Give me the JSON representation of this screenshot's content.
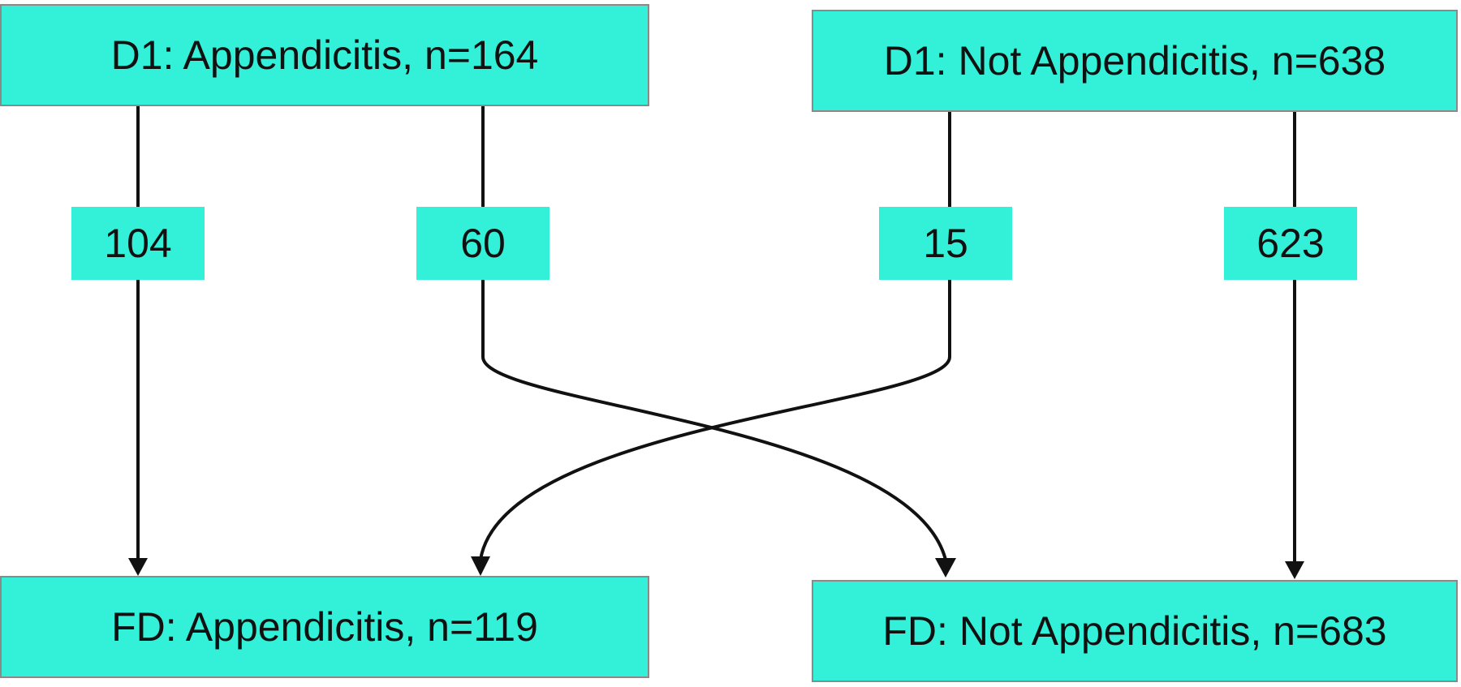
{
  "nodes": {
    "d1_appendicitis": "D1: Appendicitis, n=164",
    "d1_not_appendicitis": "D1: Not Appendicitis, n=638",
    "fd_appendicitis": "FD: Appendicitis, n=119",
    "fd_not_appendicitis": "FD: Not Appendicitis, n=683"
  },
  "flows": {
    "app_to_app": "104",
    "app_to_not": "60",
    "not_to_app": "15",
    "not_to_not": "623"
  },
  "colors": {
    "box_fill": "#33F0D8",
    "line": "#111111"
  }
}
